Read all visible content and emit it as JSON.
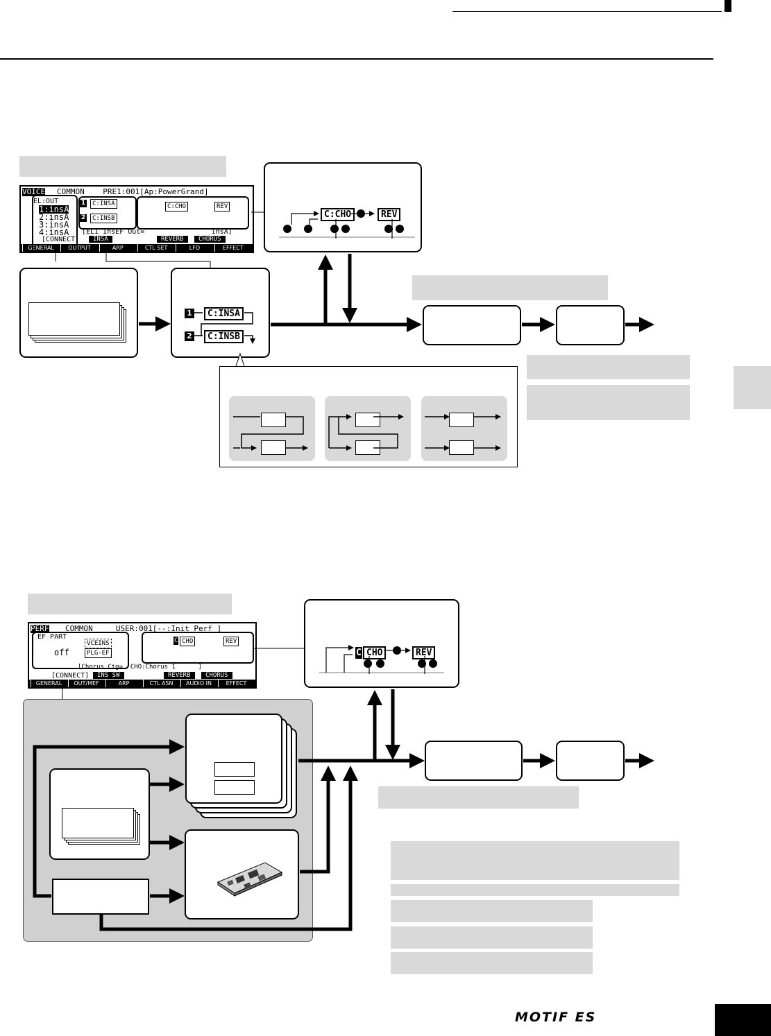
{
  "header": {
    "brand_logo": "MOTIF ES"
  },
  "voice_lcd": {
    "mode_tab": "VOICE",
    "top_line": "COMMON    PRE1:001[Ap:PowerGrand]",
    "el_out_title": "EL:OUT",
    "elements": [
      "1:insA",
      "2:insA",
      "3:insA",
      "4:insA"
    ],
    "connect": "[CONNECT]",
    "insert_line": "[EL1 InsEF Out=                insA]",
    "ins_a": "C:INSA",
    "ins_b": "C:INSB",
    "cho": "C:CHO",
    "rev": "REV",
    "num1": "1",
    "num2": "2",
    "mid_tabs": [
      "INSA",
      "REVERB",
      "CHORUS"
    ],
    "tabs": [
      "GENERAL",
      "OUTPUT",
      "ARP",
      "CTL SET",
      "LFO",
      "EFFECT"
    ]
  },
  "voice_zoom": {
    "cho": "C:CHO",
    "rev": "REV"
  },
  "voice_insert_zoom": {
    "num1": "1",
    "num2": "2",
    "ins_a": "C:INSA",
    "ins_b": "C:INSB"
  },
  "perf_lcd": {
    "mode_tab": "PERF",
    "top_line": "COMMON     USER:001[--:Init Perf ]",
    "ef_part": "EF PART",
    "ef_value": "off",
    "vce_ins": "VCEINS",
    "plg_ef": "PLG-EF",
    "chorus_line": "[Chorus Ctg=  CHO:Chorus 1      ]",
    "connect": "[CONNECT]",
    "ins_sw": "INS SW",
    "mid_tabs": [
      "REVERB",
      "CHORUS"
    ],
    "cho": "CHO",
    "rev": "REV",
    "cho_prefix": "C",
    "tabs": [
      "GENERAL",
      "OUT/MEF",
      "ARP",
      "CTL ASN",
      "AUDIO IN",
      "EFFECT"
    ]
  },
  "perf_zoom": {
    "cho": "CHO",
    "cho_prefix": "C",
    "rev": "REV"
  },
  "colors": {
    "callout_gray": "#d9d9d9",
    "panel_gray": "#d0d0d0",
    "line": "#000000"
  }
}
